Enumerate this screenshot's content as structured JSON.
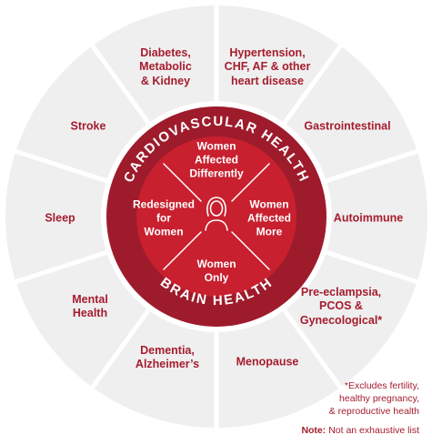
{
  "ring_title_top": "CARDIOVASCULAR HEALTH",
  "ring_title_bottom": "BRAIN HEALTH",
  "center": {
    "top": [
      "Women",
      "Affected",
      "Differently"
    ],
    "left": [
      "Redesigned",
      "for",
      "Women"
    ],
    "right": [
      "Women",
      "Affected",
      "More"
    ],
    "bottom": [
      "Women",
      "Only"
    ],
    "icon": "woman-icon"
  },
  "segments": [
    [
      "Hypertension,",
      "CHF, AF & other",
      "heart disease"
    ],
    [
      "Gastrointestinal"
    ],
    [
      "Autoimmune"
    ],
    [
      "Pre-eclampsia,",
      "PCOS &",
      "Gynecological*"
    ],
    [
      "Menopause"
    ],
    [
      "Dementia,",
      "Alzheimer’s"
    ],
    [
      "Mental",
      "Health"
    ],
    [
      "Sleep"
    ],
    [
      "Stroke"
    ],
    [
      "Diabetes,",
      "Metabolic",
      "& Kidney"
    ]
  ],
  "footnote": [
    "*Excludes fertility,",
    "healthy pregnancy,",
    "& reproductive health"
  ],
  "note": {
    "label": "Note:",
    "text": " Not an exhaustive list"
  },
  "colors": {
    "outer_ring": "#efefef",
    "dark_ring": "#9e1b2c",
    "inner_circle": "#c8202f",
    "text_red": "#a51c2e",
    "divider": "#ffffff"
  }
}
